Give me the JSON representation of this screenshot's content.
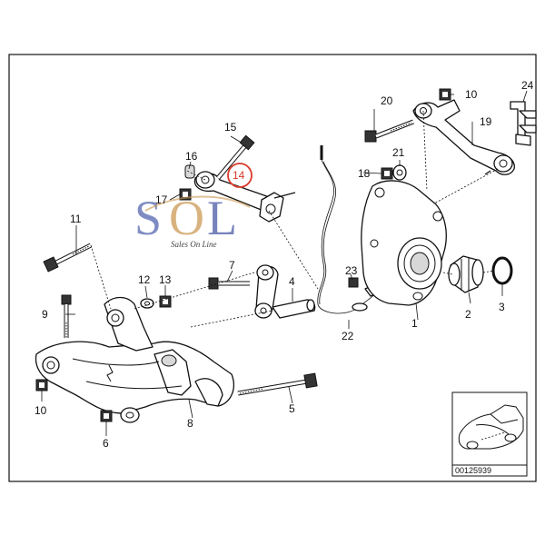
{
  "logo": {
    "letter1": "S",
    "letter2": "O",
    "letter3": "L",
    "tagline": "Sales On Line"
  },
  "callouts": {
    "c1": "1",
    "c2": "2",
    "c3": "3",
    "c4": "4",
    "c5": "5",
    "c6": "6",
    "c7": "7",
    "c8": "8",
    "c9": "9",
    "c10a": "10",
    "c10b": "10",
    "c11": "11",
    "c12": "12",
    "c13": "13",
    "c14": "14",
    "c15": "15",
    "c16": "16",
    "c17": "17",
    "c18": "18",
    "c19": "19",
    "c20": "20",
    "c21": "21",
    "c22": "22",
    "c23": "23",
    "c24": "24"
  },
  "highlight": {
    "part": "14",
    "color": "#d93a2b"
  },
  "thumbnail": {
    "ref_number": "00125939"
  }
}
